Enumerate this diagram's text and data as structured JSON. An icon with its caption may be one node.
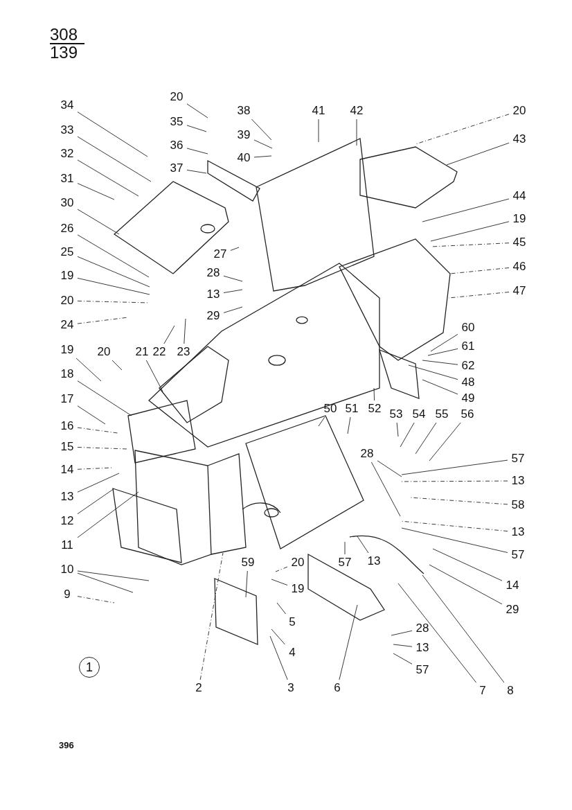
{
  "diagram": {
    "nodes": [
      {
        "text": [
          "20"
        ]
      },
      {
        "text": [
          "35"
        ]
      },
      {
        "text": [
          "36"
        ]
      },
      {
        "text": [
          "37"
        ]
      },
      {
        "text": [
          "34"
        ]
      },
      {
        "text": [
          "33"
        ]
      },
      {
        "text": [
          "32"
        ]
      },
      {
        "text": [
          "31"
        ]
      },
      {
        "text": [
          "30"
        ]
      },
      {
        "text": [
          "26"
        ]
      },
      {
        "text": [
          "25"
        ]
      },
      {
        "text": [
          "19"
        ]
      },
      {
        "text": [
          "20"
        ]
      },
      {
        "text": [
          "24"
        ]
      },
      {
        "text": [
          "22"
        ]
      },
      {
        "text": [
          "23"
        ]
      },
      {
        "text": [
          "38"
        ]
      },
      {
        "text": [
          "39"
        ]
      },
      {
        "text": [
          "40"
        ]
      },
      {
        "text": [
          "41"
        ]
      },
      {
        "text": [
          "42"
        ]
      },
      {
        "text": [
          "20"
        ]
      },
      {
        "text": [
          "43"
        ]
      },
      {
        "text": [
          "44"
        ]
      },
      {
        "text": [
          "19"
        ]
      },
      {
        "text": [
          "45"
        ]
      },
      {
        "text": [
          "46"
        ]
      },
      {
        "text": [
          "47"
        ]
      },
      {
        "text": [
          "27"
        ]
      },
      {
        "text": [
          "28"
        ]
      },
      {
        "text": [
          "13"
        ]
      },
      {
        "text": [
          "29"
        ]
      },
      {
        "text": [
          "60"
        ]
      },
      {
        "text": [
          "61"
        ]
      },
      {
        "text": [
          "62"
        ]
      },
      {
        "text": [
          "48"
        ]
      },
      {
        "text": [
          "49"
        ]
      },
      {
        "text": [
          "50"
        ]
      },
      {
        "text": [
          "51"
        ]
      },
      {
        "text": [
          "52"
        ]
      },
      {
        "text": [
          "53"
        ]
      },
      {
        "text": [
          "54"
        ]
      },
      {
        "text": [
          "55"
        ]
      },
      {
        "text": [
          "56"
        ]
      },
      {
        "text": [
          "19"
        ]
      },
      {
        "text": [
          "20"
        ]
      },
      {
        "text": [
          "21"
        ]
      },
      {
        "text": [
          "18"
        ]
      },
      {
        "text": [
          "17"
        ]
      },
      {
        "text": [
          "16"
        ]
      },
      {
        "text": [
          "15"
        ]
      },
      {
        "text": [
          "14"
        ]
      },
      {
        "text": [
          "13"
        ]
      },
      {
        "text": [
          "12"
        ]
      },
      {
        "text": [
          "11"
        ]
      },
      {
        "text": [
          "10"
        ]
      },
      {
        "text": [
          "9"
        ]
      },
      {
        "text": [
          "59"
        ]
      },
      {
        "text": [
          "20"
        ]
      },
      {
        "text": [
          "19"
        ]
      },
      {
        "text": [
          "5"
        ]
      },
      {
        "text": [
          "4"
        ]
      },
      {
        "text": [
          "3"
        ]
      },
      {
        "text": [
          "2"
        ]
      },
      {
        "text": [
          "6"
        ]
      },
      {
        "text": [
          "7"
        ]
      },
      {
        "text": [
          "8"
        ]
      },
      {
        "text": [
          "28"
        ]
      },
      {
        "text": [
          "57"
        ]
      },
      {
        "text": [
          "13"
        ]
      },
      {
        "text": [
          "58"
        ]
      },
      {
        "text": [
          "13"
        ]
      },
      {
        "text": [
          "57"
        ]
      },
      {
        "text": [
          "57"
        ]
      },
      {
        "text": [
          "13"
        ]
      },
      {
        "text": [
          "14"
        ]
      },
      {
        "text": [
          "29"
        ]
      },
      {
        "text": [
          "28"
        ]
      },
      {
        "text": [
          "13"
        ]
      },
      {
        "text": [
          "57"
        ]
      }
    ],
    "edges": [
      {
        "from": 0,
        "to": null,
        "arrow": "none"
      },
      {
        "from": 1,
        "to": null,
        "arrow": "none"
      },
      {
        "from": 2,
        "to": null,
        "arrow": "none"
      },
      {
        "from": 3,
        "to": null,
        "arrow": "none"
      },
      {
        "from": 4,
        "to": null,
        "arrow": "none"
      },
      {
        "from": 5,
        "to": null,
        "arrow": "none"
      },
      {
        "from": 6,
        "to": null,
        "arrow": "none"
      },
      {
        "from": 7,
        "to": null,
        "arrow": "none"
      },
      {
        "from": 8,
        "to": null,
        "arrow": "none"
      },
      {
        "from": 9,
        "to": null,
        "arrow": "none"
      },
      {
        "from": 10,
        "to": null,
        "arrow": "none"
      },
      {
        "from": 11,
        "to": null,
        "arrow": "none"
      },
      {
        "from": 12,
        "to": null,
        "arrow": "none",
        "style": "dashed"
      },
      {
        "from": 13,
        "to": null,
        "arrow": "none",
        "style": "dashed"
      },
      {
        "from": 14,
        "to": null,
        "arrow": "none"
      },
      {
        "from": 15,
        "to": null,
        "arrow": "none"
      },
      {
        "from": 16,
        "to": null,
        "arrow": "none"
      },
      {
        "from": 17,
        "to": null,
        "arrow": "none"
      },
      {
        "from": 18,
        "to": null,
        "arrow": "none"
      },
      {
        "from": 19,
        "to": null,
        "arrow": "none"
      },
      {
        "from": 20,
        "to": null,
        "arrow": "none"
      },
      {
        "from": 21,
        "to": null,
        "arrow": "none",
        "style": "dashed"
      },
      {
        "from": 22,
        "to": null,
        "arrow": "none"
      },
      {
        "from": 23,
        "to": null,
        "arrow": "none"
      },
      {
        "from": 24,
        "to": null,
        "arrow": "none"
      },
      {
        "from": 25,
        "to": null,
        "arrow": "none",
        "style": "dashed"
      },
      {
        "from": 26,
        "to": null,
        "arrow": "none",
        "style": "dashed"
      },
      {
        "from": 27,
        "to": null,
        "arrow": "none",
        "style": "dashed"
      },
      {
        "from": 28,
        "to": null,
        "arrow": "none"
      },
      {
        "from": 29,
        "to": null,
        "arrow": "none"
      },
      {
        "from": 30,
        "to": null,
        "arrow": "none"
      },
      {
        "from": 31,
        "to": null,
        "arrow": "none"
      },
      {
        "from": 32,
        "to": null,
        "arrow": "none"
      },
      {
        "from": 33,
        "to": null,
        "arrow": "none"
      },
      {
        "from": 34,
        "to": null,
        "arrow": "none"
      },
      {
        "from": 35,
        "to": null,
        "arrow": "none"
      },
      {
        "from": 36,
        "to": null,
        "arrow": "none"
      },
      {
        "from": 37,
        "to": null,
        "arrow": "none"
      },
      {
        "from": 38,
        "to": null,
        "arrow": "none"
      },
      {
        "from": 39,
        "to": null,
        "arrow": "none"
      },
      {
        "from": 40,
        "to": null,
        "arrow": "none"
      },
      {
        "from": 41,
        "to": null,
        "arrow": "none"
      },
      {
        "from": 42,
        "to": null,
        "arrow": "none"
      },
      {
        "from": 43,
        "to": null,
        "arrow": "none"
      },
      {
        "from": 44,
        "to": null,
        "arrow": "none"
      },
      {
        "from": 45,
        "to": null,
        "arrow": "none"
      },
      {
        "from": 46,
        "to": null,
        "arrow": "none"
      },
      {
        "from": 47,
        "to": null,
        "arrow": "none"
      },
      {
        "from": 48,
        "to": null,
        "arrow": "none"
      },
      {
        "from": 49,
        "to": null,
        "arrow": "none",
        "style": "dashed"
      },
      {
        "from": 50,
        "to": null,
        "arrow": "none",
        "style": "dashed"
      },
      {
        "from": 51,
        "to": null,
        "arrow": "none",
        "style": "dashed"
      },
      {
        "from": 52,
        "to": null,
        "arrow": "none"
      },
      {
        "from": 53,
        "to": null,
        "arrow": "none"
      },
      {
        "from": 54,
        "to": null,
        "arrow": "none"
      },
      {
        "from": 55,
        "to": null,
        "arrow": "none"
      },
      {
        "from": 55,
        "to": null,
        "arrow": "none"
      },
      {
        "from": 56,
        "to": null,
        "arrow": "none",
        "style": "dashed"
      },
      {
        "from": 57,
        "to": null,
        "arrow": "none"
      },
      {
        "from": 58,
        "to": null,
        "arrow": "none",
        "style": "dashed"
      },
      {
        "from": 59,
        "to": null,
        "arrow": "none"
      },
      {
        "from": 60,
        "to": null,
        "arrow": "none"
      },
      {
        "from": 61,
        "to": null,
        "arrow": "none"
      },
      {
        "from": 62,
        "to": null,
        "arrow": "none"
      },
      {
        "from": 63,
        "to": null,
        "arrow": "none",
        "style": "dashed"
      },
      {
        "from": 64,
        "to": null,
        "arrow": "none"
      },
      {
        "from": 65,
        "to": null,
        "arrow": "none"
      },
      {
        "from": 66,
        "to": null,
        "arrow": "none"
      },
      {
        "from": 67,
        "to": null,
        "arrow": "none"
      },
      {
        "from": 67,
        "to": null,
        "arrow": "none"
      },
      {
        "from": 68,
        "to": null,
        "arrow": "none"
      },
      {
        "from": 69,
        "to": null,
        "arrow": "none",
        "style": "dashed"
      },
      {
        "from": 70,
        "to": null,
        "arrow": "none",
        "style": "dashed"
      },
      {
        "from": 71,
        "to": null,
        "arrow": "none",
        "style": "dashed"
      },
      {
        "from": 72,
        "to": null,
        "arrow": "none"
      },
      {
        "from": 73,
        "to": null,
        "arrow": "none"
      },
      {
        "from": 74,
        "to": null,
        "arrow": "none"
      },
      {
        "from": 75,
        "to": null,
        "arrow": "none"
      },
      {
        "from": 76,
        "to": null,
        "arrow": "none"
      },
      {
        "from": 77,
        "to": null,
        "arrow": "none"
      },
      {
        "from": 78,
        "to": null,
        "arrow": "none"
      },
      {
        "from": 79,
        "to": null,
        "arrow": "none"
      }
    ],
    "labels": [
      "308",
      "139",
      "1",
      "396"
    ]
  }
}
